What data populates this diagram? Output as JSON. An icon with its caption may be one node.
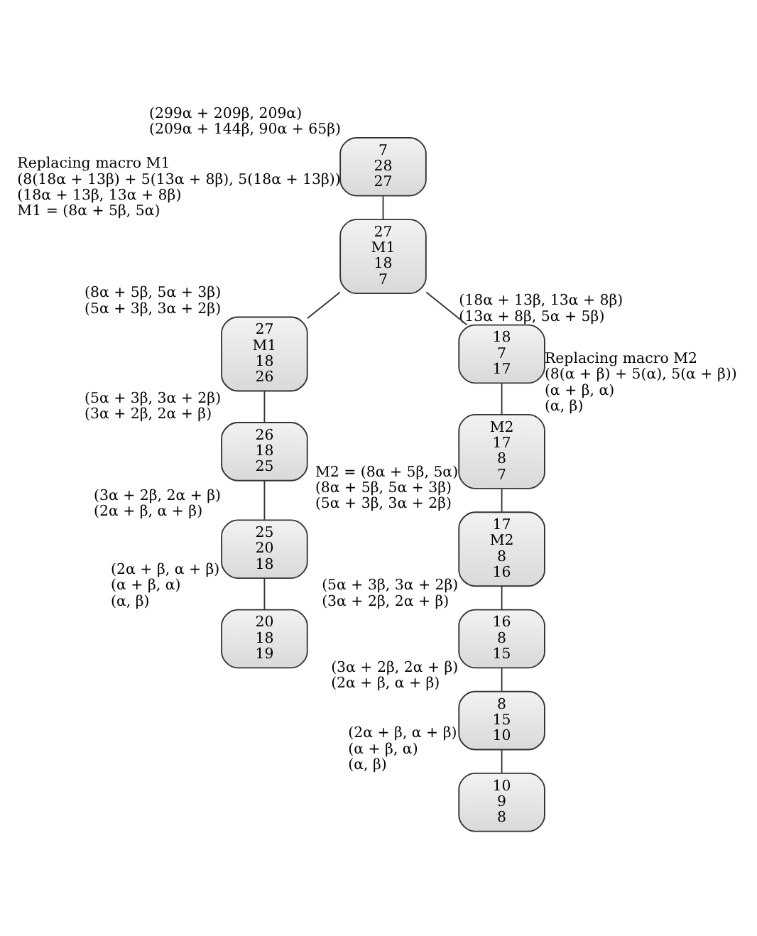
{
  "diagram": {
    "nodes": [
      {
        "text": [
          "7",
          "28",
          "27"
        ],
        "beside": [
          "(299α + 209β, 209α)",
          "(209α + 144β, 90α + 65β)"
        ]
      },
      {
        "text": [
          "27",
          "M1",
          "18",
          "7"
        ],
        "beside": [
          "Replacing macro M1",
          "(8(18α + 13β) + 5(13α + 8β), 5(18α + 13β))",
          "(18α + 13β, 13α + 8β)",
          "M1 = (8α + 5β, 5α)"
        ]
      },
      {
        "text": [
          "27",
          "M1",
          "18",
          "26"
        ],
        "beside": [
          "(8α + 5β, 5α + 3β)",
          "(5α + 3β, 3α + 2β)"
        ]
      },
      {
        "text": [
          "26",
          "18",
          "25"
        ],
        "beside": [
          "(5α + 3β, 3α + 2β)",
          "(3α + 2β, 2α + β)"
        ]
      },
      {
        "text": [
          "25",
          "20",
          "18"
        ],
        "beside": [
          "(3α + 2β, 2α + β)",
          "(2α + β, α + β)"
        ]
      },
      {
        "text": [
          "20",
          "18",
          "19"
        ],
        "beside": [
          "(2α + β, α + β)",
          "(α + β, α)",
          "(α, β)"
        ]
      },
      {
        "text": [
          "18",
          "7",
          "17"
        ],
        "beside": [
          "(18α + 13β, 13α + 8β)",
          "(13α + 8β, 5α + 5β)"
        ]
      },
      {
        "text": [
          "M2",
          "17",
          "8",
          "7"
        ],
        "beside": [
          "Replacing macro M2",
          "(8(α + β) + 5(α), 5(α + β))",
          "(α + β, α)",
          "(α, β)"
        ]
      },
      {
        "text": [
          "17",
          "M2",
          "8",
          "16"
        ],
        "beside": [
          "M2 = (8α + 5β, 5α)",
          "(8α + 5β, 5α + 3β)",
          "(5α + 3β, 3α + 2β)"
        ]
      },
      {
        "text": [
          "16",
          "8",
          "15"
        ],
        "beside": [
          "(5α + 3β, 3α + 2β)",
          "(3α + 2β, 2α + β)"
        ]
      },
      {
        "text": [
          "8",
          "15",
          "10"
        ],
        "beside": [
          "(3α + 2β, 2α + β)",
          "(2α + β, α + β)"
        ]
      },
      {
        "text": [
          "10",
          "9",
          "8"
        ],
        "beside": [
          "(2α + β, α + β)",
          "(α + β, α)",
          "(α, β)"
        ]
      }
    ],
    "edges": [
      {
        "from": 0,
        "to": 1,
        "arrow": "none"
      },
      {
        "from": 1,
        "to": 2,
        "arrow": "none"
      },
      {
        "from": 1,
        "to": 6,
        "arrow": "none"
      },
      {
        "from": 2,
        "to": 3,
        "arrow": "none"
      },
      {
        "from": 3,
        "to": 4,
        "arrow": "none"
      },
      {
        "from": 4,
        "to": 5,
        "arrow": "none"
      },
      {
        "from": 6,
        "to": 7,
        "arrow": "none"
      },
      {
        "from": 7,
        "to": 8,
        "arrow": "none"
      },
      {
        "from": 8,
        "to": 9,
        "arrow": "none"
      },
      {
        "from": 9,
        "to": 10,
        "arrow": "none"
      },
      {
        "from": 10,
        "to": 11,
        "arrow": "none"
      }
    ]
  }
}
